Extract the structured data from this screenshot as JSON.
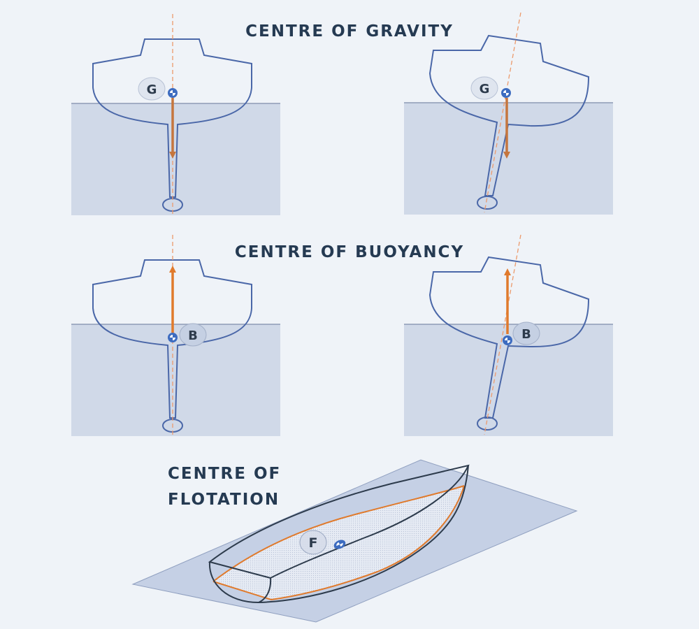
{
  "titles": {
    "gravity": "CENTRE OF GRAVITY",
    "buoyancy": "CENTRE OF BUOYANCY",
    "flotation_line1": "CENTRE OF",
    "flotation_line2": "FLOTATION"
  },
  "labels": {
    "gravity_upright": "G",
    "gravity_heeled": "G",
    "buoyancy_upright": "B",
    "buoyancy_heeled": "B",
    "flotation": "F"
  },
  "colors": {
    "background": "#eff3f8",
    "water": "#d0d9e8",
    "waterline": "#8e9bb5",
    "hull_outline": "#4a67a8",
    "centerline": "#ec9a6c",
    "gravity_arrow": "#c5763e",
    "buoyancy_arrow": "#e07a2c",
    "point_marker": "#3d6cc0",
    "label_badge": "#dfe5ef",
    "flotation_plane": "#c5d0e5",
    "flotation_hull": "#2d3b4c",
    "flotation_waterline": "#e07a2c",
    "title_text": "#253a52"
  },
  "panels": [
    {
      "id": "gravity-upright",
      "force": "gravity",
      "heel": "upright"
    },
    {
      "id": "gravity-heeled",
      "force": "gravity",
      "heel": "heeled"
    },
    {
      "id": "buoyancy-upright",
      "force": "buoyancy",
      "heel": "upright"
    },
    {
      "id": "buoyancy-heeled",
      "force": "buoyancy",
      "heel": "heeled"
    },
    {
      "id": "flotation",
      "force": "flotation",
      "heel": "perspective"
    }
  ]
}
